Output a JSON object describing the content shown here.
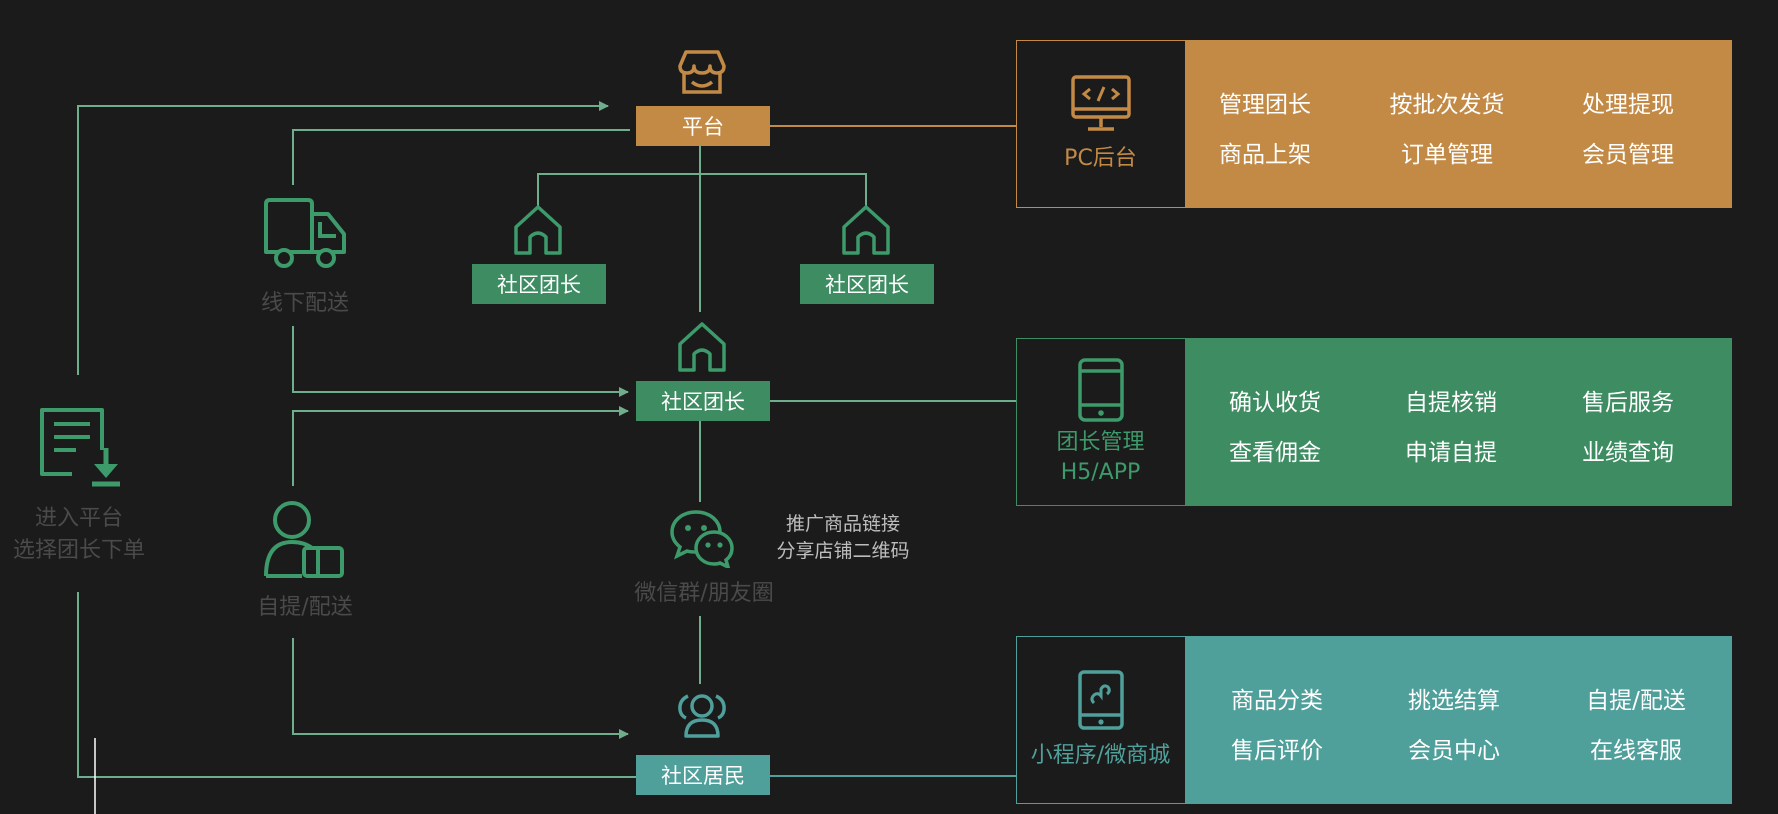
{
  "colors": {
    "background": "#1b1b1b",
    "orange": "#c38a46",
    "green": "#3d8c62",
    "teal": "#4f9f9b",
    "line_green": "#6fae8d",
    "line_orange": "#c38a46",
    "line_teal": "#4f9f9b",
    "icon_green": "#3d9a6a",
    "label_dim": "#4a4a4a"
  },
  "nodes": {
    "platform": "平台",
    "leader_left": "社区团长",
    "leader_right": "社区团长",
    "leader_center": "社区团长",
    "residents": "社区居民"
  },
  "labels": {
    "offline_delivery": "线下配送",
    "enter_platform_line1": "进入平台",
    "enter_platform_line2": "选择团长下单",
    "pickup_delivery": "自提/配送",
    "wechat_groups": "微信群/朋友圈",
    "promote_line1": "推广商品链接",
    "promote_line2": "分享店铺二维码"
  },
  "icons": {
    "platform": "store-icon",
    "delivery": "truck-icon",
    "order": "order-document-icon",
    "pickup": "person-box-icon",
    "house": "house-icon",
    "wechat": "wechat-icon",
    "residents": "group-icon",
    "pc": "monitor-code-icon",
    "h5": "tablet-icon",
    "miniprogram": "mini-program-phone-icon"
  },
  "panels": {
    "pc": {
      "title": "PC后台",
      "features": [
        "管理团长",
        "按批次发货",
        "处理提现",
        "商品上架",
        "订单管理",
        "会员管理"
      ]
    },
    "leader": {
      "title_line1": "团长管理",
      "title_line2": "H5/APP",
      "features": [
        "确认收货",
        "自提核销",
        "售后服务",
        "查看佣金",
        "申请自提",
        "业绩查询"
      ]
    },
    "mini": {
      "title": "小程序/微商城",
      "features": [
        "商品分类",
        "挑选结算",
        "自提/配送",
        "售后评价",
        "会员中心",
        "在线客服"
      ]
    }
  }
}
